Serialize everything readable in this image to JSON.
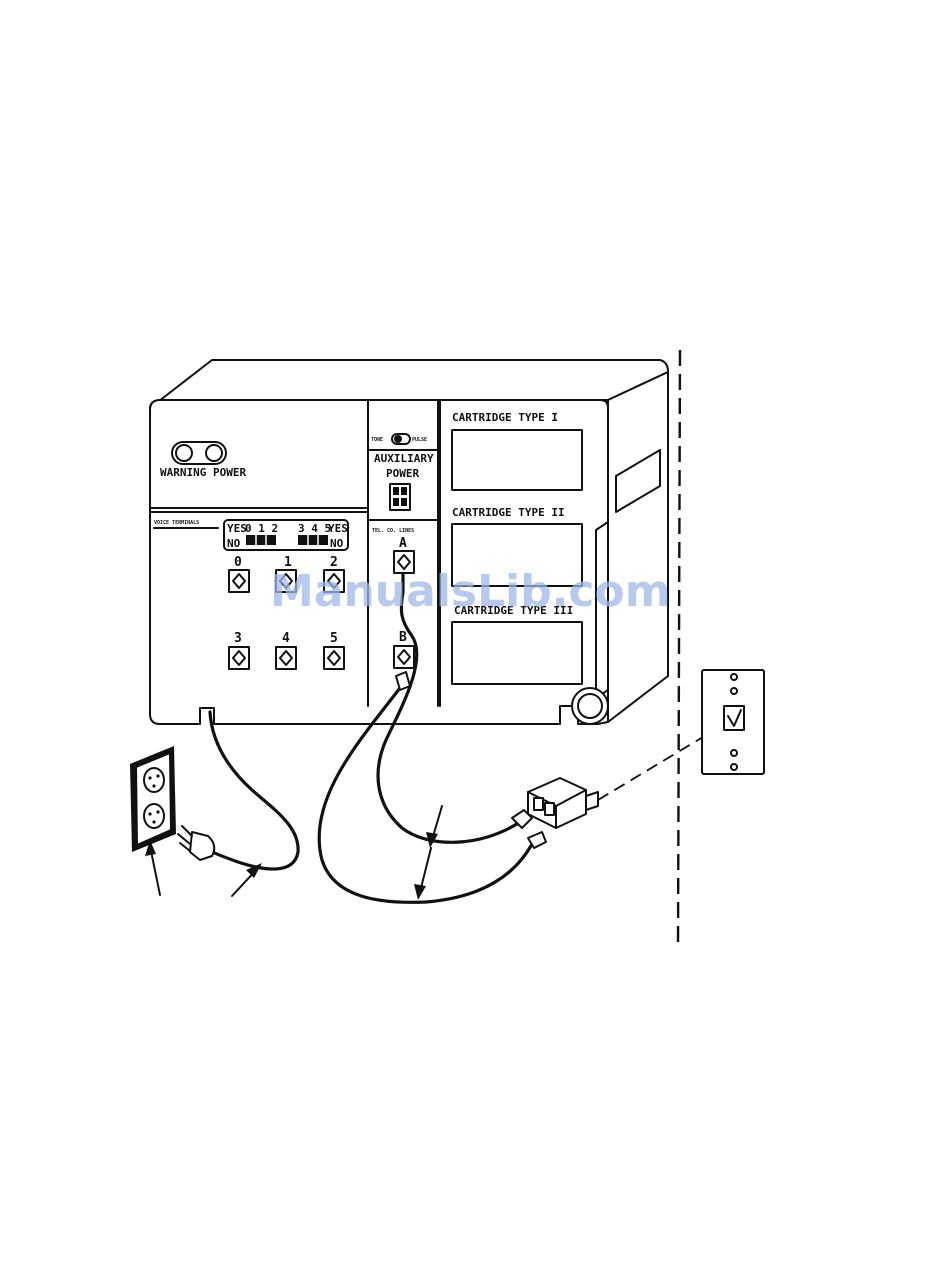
{
  "labels": {
    "warning_power": "WARNING POWER",
    "voice_terminals": "VOICE TERMINALS",
    "yes_left": "YES",
    "no_left": "NO",
    "yes_right": "YES",
    "no_right": "NO",
    "switch_left_digits": "0 1 2",
    "switch_right_digits": "3 4 5",
    "jack_0": "0",
    "jack_1": "1",
    "jack_2": "2",
    "jack_3": "3",
    "jack_4": "4",
    "jack_5": "5",
    "tone": "TONE",
    "pulse": "PULSE",
    "auxiliary": "AUXILIARY",
    "power": "POWER",
    "tel_co_lines": "TEL. CO. LINES",
    "line_a": "A",
    "line_b": "B",
    "cartridge_1": "CARTRIDGE TYPE I",
    "cartridge_2": "CARTRIDGE TYPE II",
    "cartridge_3": "CARTRIDGE TYPE III"
  },
  "watermark": "ManualsLib.com",
  "colors": {
    "ink": "#111111",
    "watermark": "#9fb8e6",
    "background": "#ffffff"
  }
}
